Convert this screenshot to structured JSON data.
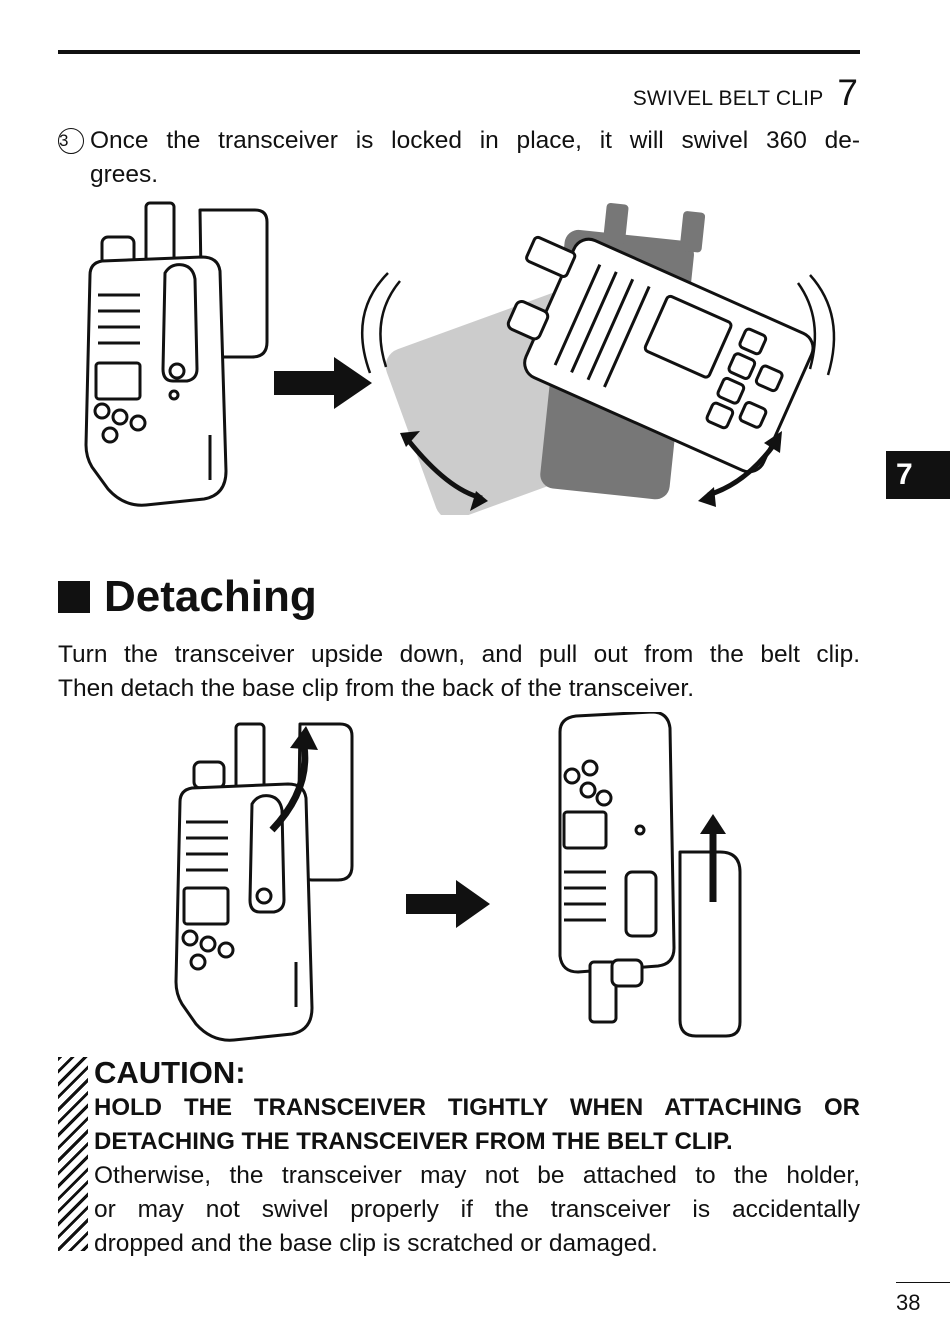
{
  "header": {
    "section_title": "SWIVEL BELT CLIP",
    "section_number": "7"
  },
  "step3": {
    "marker": "3",
    "line1": "Once the transceiver is locked in place, it will swivel 360 de-",
    "line2": "grees."
  },
  "side_tab": "7",
  "detaching": {
    "heading": "Detaching",
    "line1": "Turn the transceiver upside down, and pull out from the belt clip.",
    "line2": "Then detach the base clip from the back of the transceiver."
  },
  "caution": {
    "title": "CAUTION:",
    "bold_line1": "HOLD THE TRANSCEIVER TIGHTLY WHEN ATTACHING OR",
    "bold_line2": "DETACHING THE TRANSCEIVER FROM THE BELT CLIP.",
    "body_line1": "Otherwise, the transceiver may not be attached to the holder,",
    "body_line2": "or may not swivel properly if the transceiver is accidentally",
    "body_line3": "dropped and the base clip is scratched or damaged."
  },
  "page_number": "38"
}
